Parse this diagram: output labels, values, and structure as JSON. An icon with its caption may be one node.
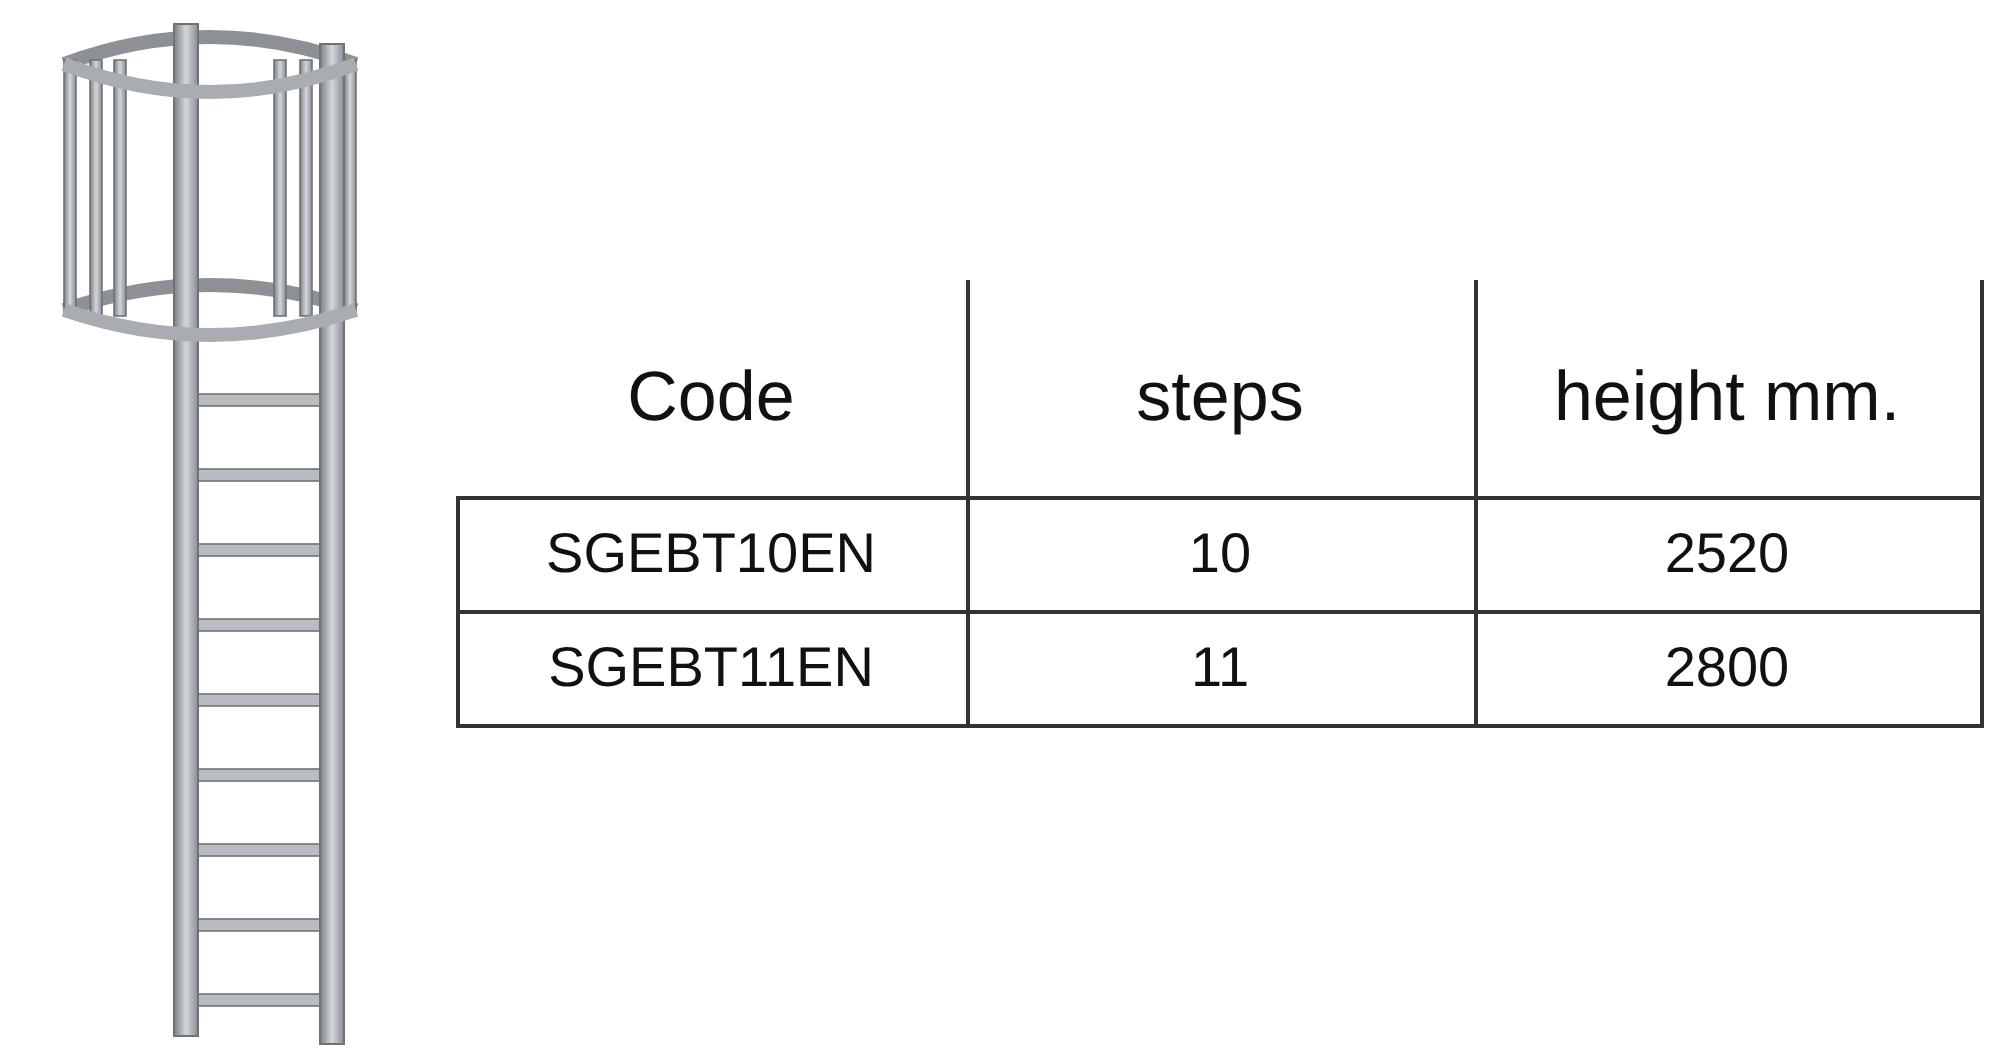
{
  "diagram": {
    "labels": [
      "Code",
      "steps",
      "height mm.",
      "SGEBT10EN",
      "10",
      "2520",
      "SGEBT11EN",
      "11",
      "2800"
    ]
  }
}
